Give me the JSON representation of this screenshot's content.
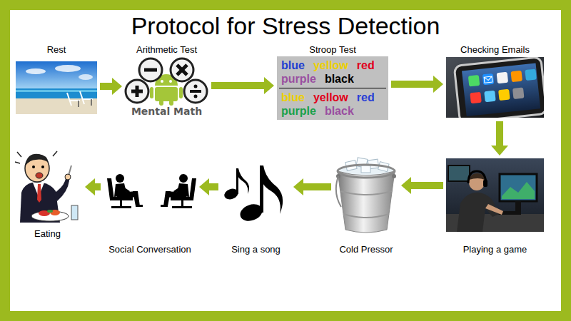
{
  "diagram": {
    "title": "Protocol for Stress Detection",
    "nodes": [
      {
        "text": [
          "Rest"
        ]
      },
      {
        "text": [
          "Arithmetic Test",
          "Mental Math"
        ]
      },
      {
        "text": [
          "Stroop Test",
          "blue",
          "yellow",
          "red",
          "purple",
          "black",
          "blue",
          "yellow",
          "red",
          "purple",
          "black"
        ]
      },
      {
        "text": [
          "Checking Emails"
        ]
      },
      {
        "text": [
          "Playing a game"
        ]
      },
      {
        "text": [
          "Cold Pressor"
        ]
      },
      {
        "text": [
          "Sing a song"
        ]
      },
      {
        "text": [
          "Social Conversation"
        ]
      },
      {
        "text": [
          "Eating"
        ]
      }
    ],
    "edges": [
      {
        "from": 0,
        "to": 1,
        "arrow": "to"
      },
      {
        "from": 1,
        "to": 2,
        "arrow": "to"
      },
      {
        "from": 2,
        "to": 3,
        "arrow": "to"
      },
      {
        "from": 3,
        "to": 4,
        "arrow": "to"
      },
      {
        "from": 4,
        "to": 5,
        "arrow": "to"
      },
      {
        "from": 5,
        "to": 6,
        "arrow": "to"
      },
      {
        "from": 6,
        "to": 7,
        "arrow": "to"
      },
      {
        "from": 7,
        "to": 8,
        "arrow": "to"
      }
    ]
  }
}
